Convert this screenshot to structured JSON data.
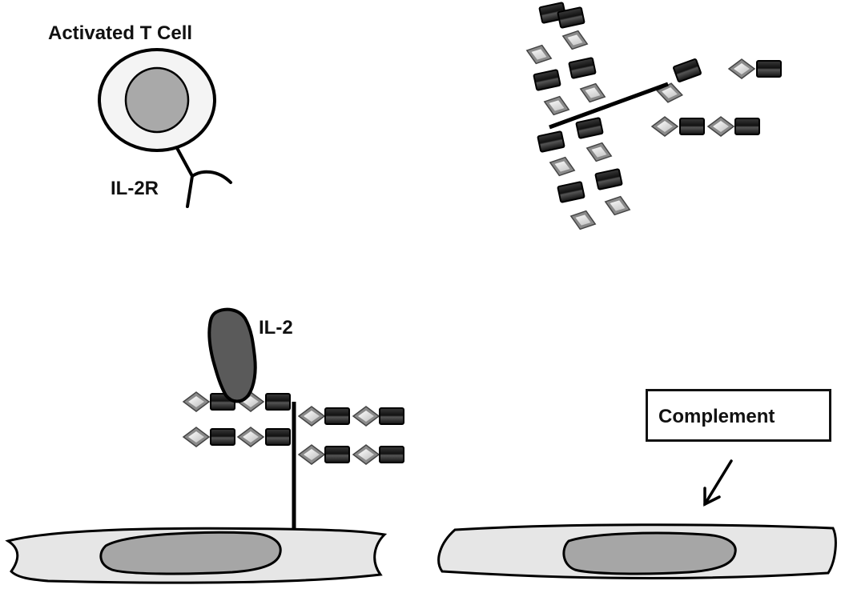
{
  "labels": {
    "t_cell": "Activated T Cell",
    "il2r": "IL-2R",
    "il2": "IL-2",
    "complement": "Complement"
  },
  "colors": {
    "cell_fill": "#e8e8e8",
    "nucleus_fill": "#a6a6a6",
    "il2_fill": "#5a5a5a",
    "block_fill": "#1e1e1e",
    "diamond_fill": "#dcdcdc",
    "outline": "#111111"
  },
  "icons": {
    "black_square": "black-square-glycan",
    "white_diamond": "white-diamond-glycan"
  }
}
